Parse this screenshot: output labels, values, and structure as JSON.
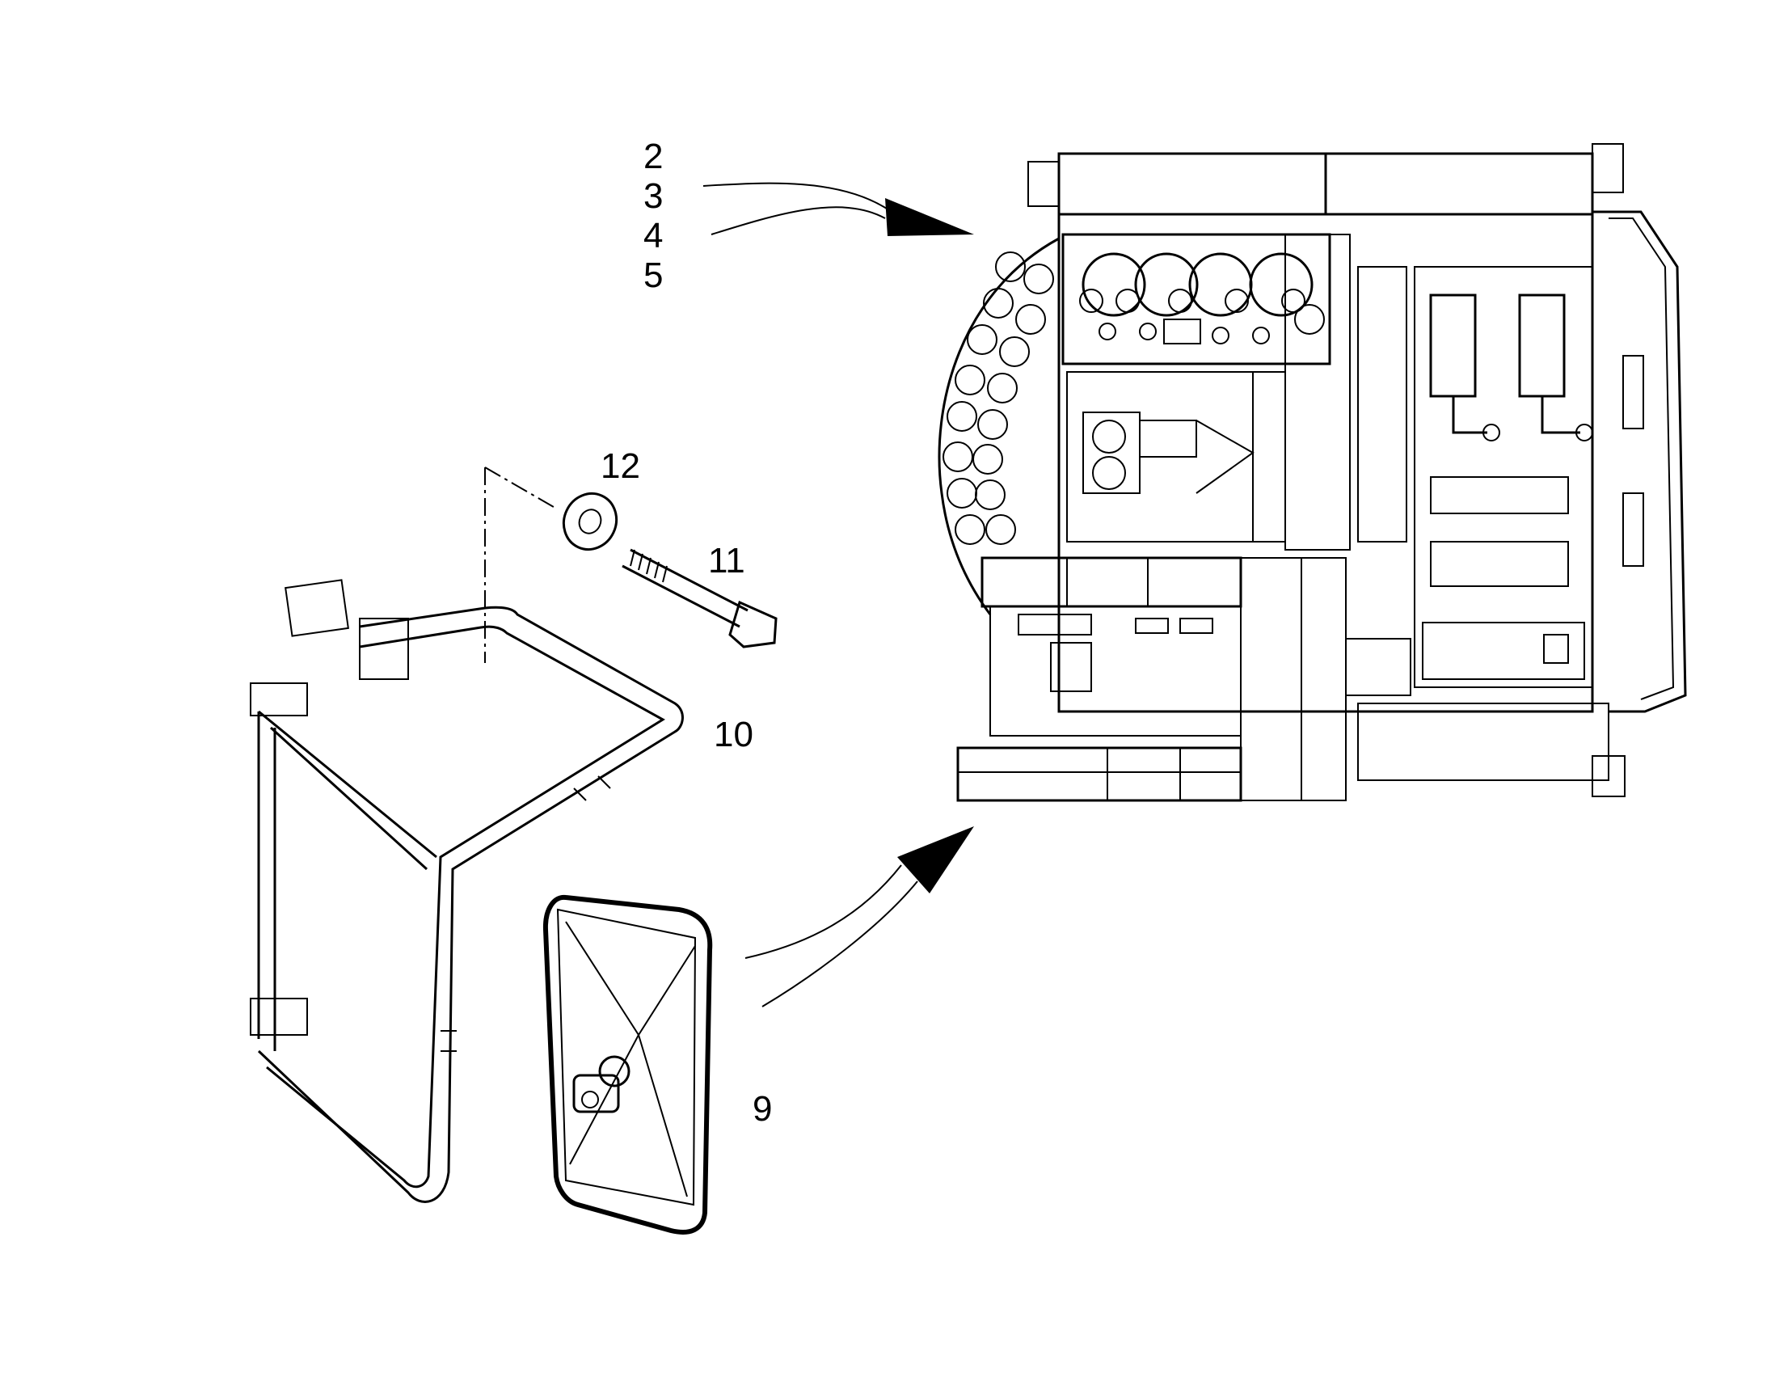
{
  "callouts": {
    "c2": "2",
    "c3": "3",
    "c4": "4",
    "c5": "5",
    "c9": "9",
    "c10": "10",
    "c11": "11",
    "c12": "12"
  },
  "colors": {
    "ink": "#000000",
    "paper": "#ffffff"
  }
}
